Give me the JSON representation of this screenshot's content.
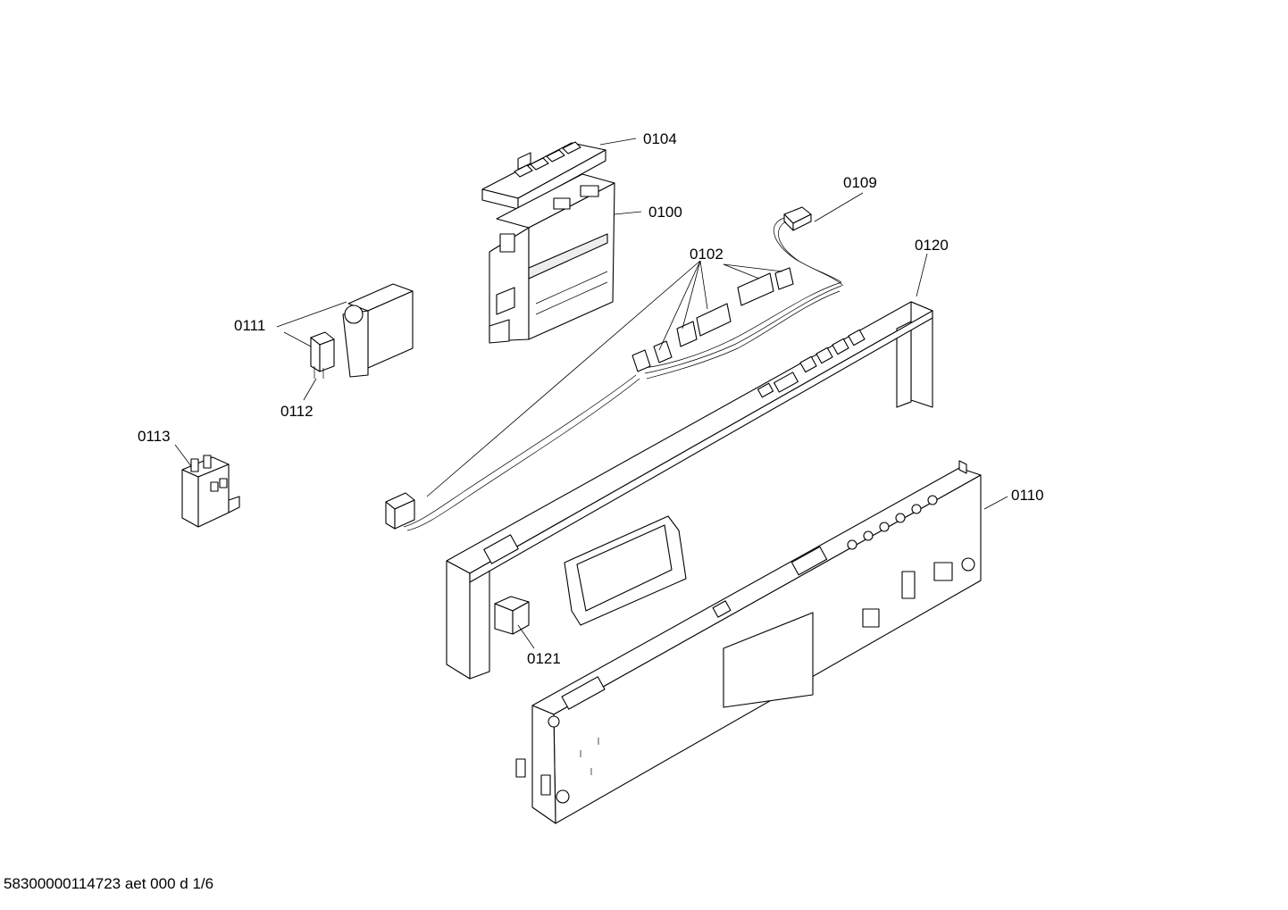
{
  "callouts": {
    "c0104": "0104",
    "c0100": "0100",
    "c0109": "0109",
    "c0102": "0102",
    "c0120": "0120",
    "c0111": "0111",
    "c0112": "0112",
    "c0113": "0113",
    "c0110": "0110",
    "c0121": "0121"
  },
  "footer": {
    "document_id": "58300000114723 aet 000 d 1/6"
  }
}
